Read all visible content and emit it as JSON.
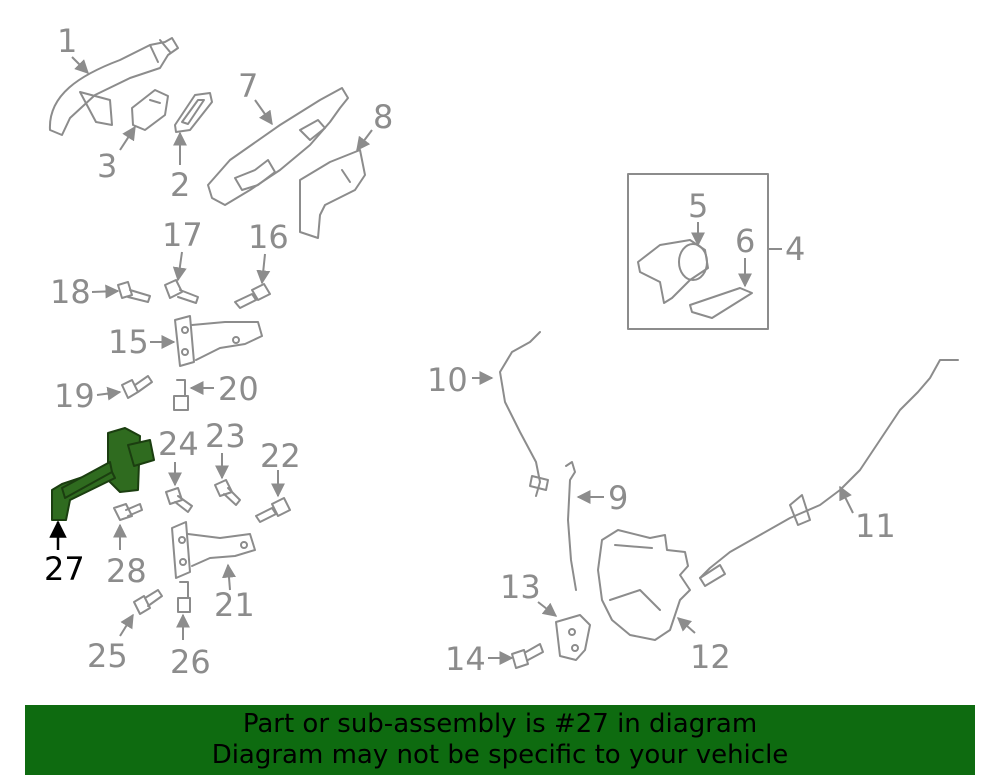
{
  "diagram": {
    "highlight_part": "27",
    "highlight_color": "#2f6b1f",
    "callouts": [
      "1",
      "2",
      "3",
      "4",
      "5",
      "6",
      "7",
      "8",
      "9",
      "10",
      "11",
      "12",
      "13",
      "14",
      "15",
      "16",
      "17",
      "18",
      "19",
      "20",
      "21",
      "22",
      "23",
      "24",
      "25",
      "26",
      "27",
      "28"
    ]
  },
  "banner": {
    "line1": "Part or sub-assembly is #27 in diagram",
    "line2": "Diagram may not be specific to your vehicle",
    "background": "#0e6b10"
  }
}
